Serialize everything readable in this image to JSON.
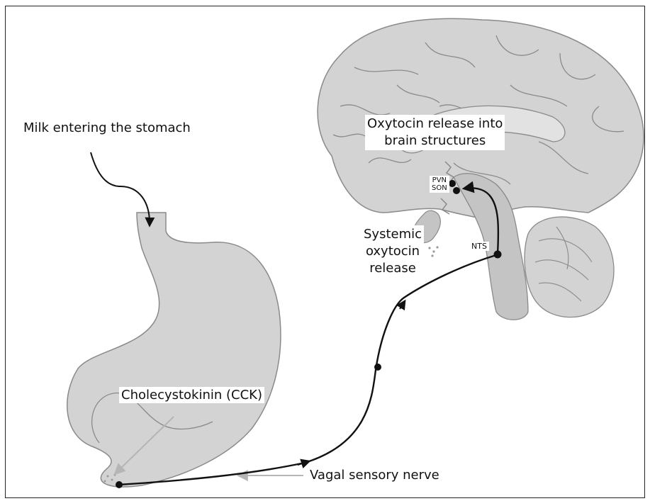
{
  "labels": {
    "milk": "Milk entering the stomach",
    "oxytocin_brain": "Oxytocin release into\nbrain structures",
    "systemic": "Systemic\noxytocin\nrelease",
    "nts": "NTS",
    "pvn_son": "PVN\nSON",
    "cck": "Cholecystokinin (CCK)",
    "vagal": "Vagal sensory nerve"
  },
  "colors": {
    "organ_fill": "#d3d3d3",
    "organ_stroke": "#8a8a8a",
    "nerve": "#111111",
    "pointer": "#b5b5b5"
  }
}
